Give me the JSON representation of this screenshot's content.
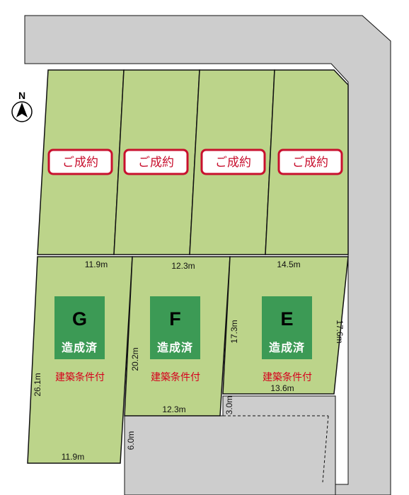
{
  "map": {
    "north_label": "N",
    "colors": {
      "lot_fill": "#bcd48a",
      "road_fill": "#cdcdcd",
      "boundary": "#111111",
      "sold_text": "#c8102e",
      "built_box": "#3c9a55",
      "condition_text": "#d6001c"
    },
    "sold_lots": [
      {
        "label": "ご成約"
      },
      {
        "label": "ご成約"
      },
      {
        "label": "ご成約"
      },
      {
        "label": "ご成約"
      }
    ],
    "lots": [
      {
        "id": "G",
        "status": "造成済",
        "condition": "建築条件付"
      },
      {
        "id": "F",
        "status": "造成済",
        "condition": "建築条件付"
      },
      {
        "id": "E",
        "status": "造成済",
        "condition": "建築条件付"
      }
    ],
    "dimensions": {
      "g_top": "11.9m",
      "f_top": "12.3m",
      "e_top": "14.5m",
      "g_left": "26.1m",
      "f_left": "20.2m",
      "e_left": "17.3m",
      "e_right": "17.6m",
      "e_bottom": "13.6m",
      "f_bottom": "12.3m",
      "g_bottom": "11.9m",
      "driveway_width": "6.0m",
      "strip_width": "3.0m"
    }
  }
}
